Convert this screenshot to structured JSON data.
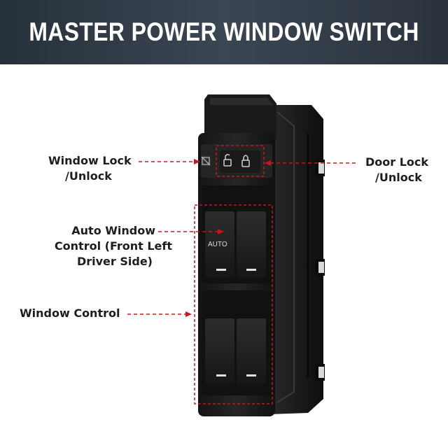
{
  "banner": {
    "title": "MASTER POWER WINDOW SWITCH"
  },
  "callouts": {
    "window_lock": {
      "line1": "Window Lock",
      "line2": "/Unlock"
    },
    "door_lock": {
      "line1": "Door Lock",
      "line2": "/Unlock"
    },
    "auto_window": {
      "line1": "Auto Window",
      "line2": "Control (Front Left",
      "line3": "Driver Side)"
    },
    "window_control": {
      "line1": "Window Control"
    }
  },
  "switch": {
    "auto_label": "AUTO"
  },
  "colors": {
    "banner": "#323c47",
    "callout_red": "#c8161d",
    "device_body": "#1c1c1c"
  },
  "icons": [
    "window-lock-icon",
    "door-unlock-icon",
    "door-lock-icon"
  ]
}
